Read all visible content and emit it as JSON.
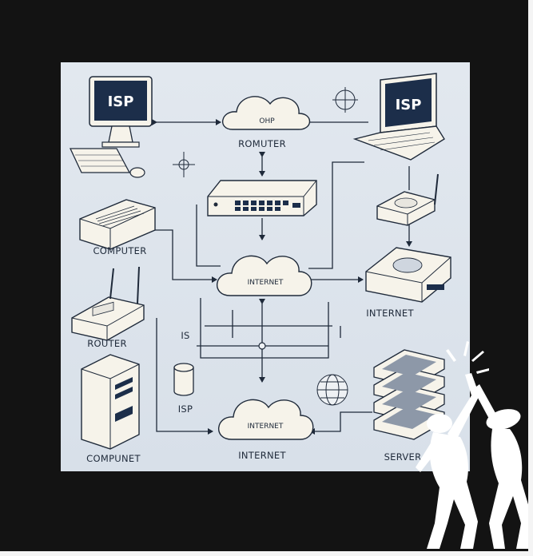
{
  "diagram": {
    "monitor_screen_left": "ISP",
    "monitor_screen_right": "ISP",
    "cloud_top_text": "OHP",
    "cloud_middle_text": "INTERNET",
    "cloud_bottom_text": "INTERNET",
    "label_router_top": "ROMUTER",
    "label_computer": "COMPUTER",
    "label_router_left": "ROUTER",
    "label_compunet": "COMPUNET",
    "label_isp_cylinder": "ISP",
    "label_internet_bottom": "INTERNET",
    "label_internet_right": "INTERNET",
    "label_server": "SERVER",
    "label_is": "IS"
  },
  "colors": {
    "background": "#131313",
    "panel": "#dde4ec",
    "line": "#1f2a3a",
    "screen": "#1c2e4a",
    "device_fill": "#f6f3ea",
    "watermark": "#ffffff"
  }
}
